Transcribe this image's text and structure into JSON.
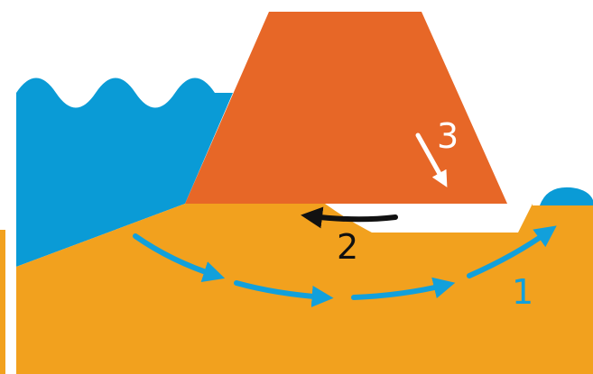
{
  "labels": {
    "one": "1",
    "two": "2",
    "three": "3"
  },
  "colors": {
    "water": "#0a9bd6",
    "foundation": "#f2a11e",
    "dam": "#e76727",
    "seepage_arrow": "#12a0db",
    "shear_arrow": "#111111",
    "settlement_arrow": "#ffffff",
    "gap": "#ffffff"
  }
}
